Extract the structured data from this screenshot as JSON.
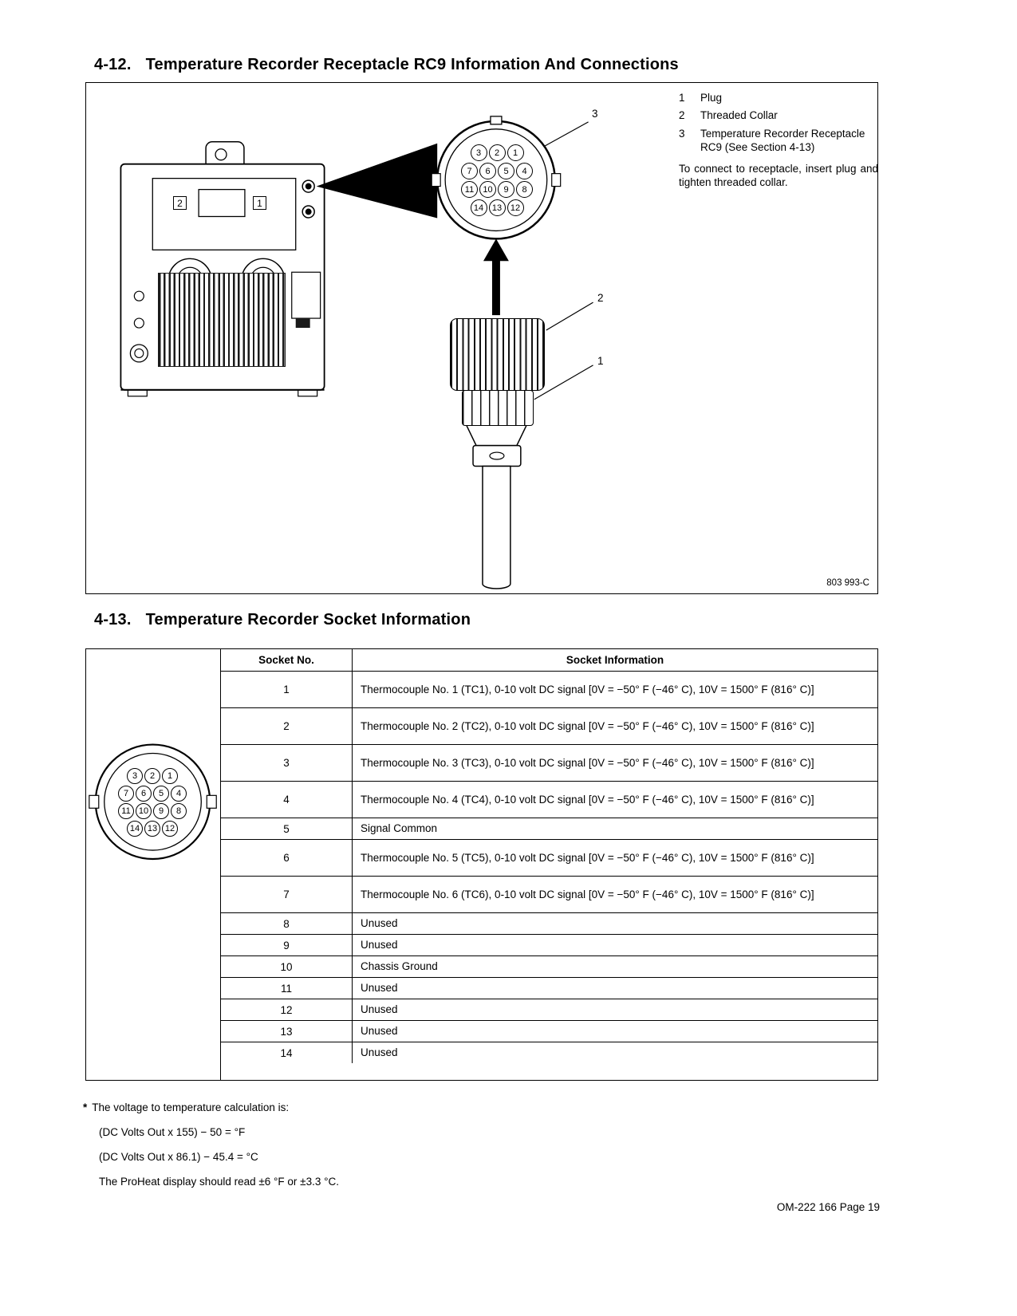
{
  "section_4_12": {
    "number": "4-12.",
    "title": "Temperature Recorder Receptacle RC9 Information And Connections",
    "figure": {
      "callouts": [
        {
          "n": "1",
          "label": "Plug"
        },
        {
          "n": "2",
          "label": "Threaded Collar"
        },
        {
          "n": "3",
          "label": "Temperature Recorder Receptacle RC9 (See Section 4-13)"
        }
      ],
      "note": "To connect to receptacle, insert plug and tighten threaded collar.",
      "panel_labels": [
        "2",
        "1"
      ],
      "code": "803 993-C",
      "pin_rows": [
        [
          3,
          2,
          1
        ],
        [
          7,
          6,
          5,
          4
        ],
        [
          11,
          10,
          9,
          8
        ],
        [
          14,
          13,
          12
        ]
      ]
    }
  },
  "section_4_13": {
    "number": "4-13.",
    "title": "Temperature Recorder Socket Information",
    "table": {
      "headers": [
        "Socket No.",
        "Socket Information"
      ],
      "rows": [
        {
          "no": "1",
          "info": "Thermocouple No. 1 (TC1), 0-10 volt DC signal [0V = −50° F (−46° C), 10V = 1500° F (816° C)]"
        },
        {
          "no": "2",
          "info": "Thermocouple No. 2 (TC2), 0-10 volt DC signal [0V = −50° F (−46° C), 10V = 1500° F (816° C)]"
        },
        {
          "no": "3",
          "info": "Thermocouple No. 3 (TC3), 0-10 volt DC signal [0V = −50° F (−46° C), 10V = 1500° F (816° C)]"
        },
        {
          "no": "4",
          "info": "Thermocouple No. 4 (TC4), 0-10 volt DC signal [0V = −50° F (−46° C), 10V = 1500° F (816° C)]"
        },
        {
          "no": "5",
          "info": "Signal Common"
        },
        {
          "no": "6",
          "info": "Thermocouple No. 5 (TC5), 0-10 volt DC signal [0V = −50° F (−46° C), 10V = 1500° F (816° C)]"
        },
        {
          "no": "7",
          "info": "Thermocouple No. 6 (TC6), 0-10 volt DC signal [0V = −50° F (−46° C), 10V = 1500° F (816° C)]"
        },
        {
          "no": "8",
          "info": "Unused"
        },
        {
          "no": "9",
          "info": "Unused"
        },
        {
          "no": "10",
          "info": "Chassis Ground"
        },
        {
          "no": "11",
          "info": "Unused"
        },
        {
          "no": "12",
          "info": "Unused"
        },
        {
          "no": "13",
          "info": "Unused"
        },
        {
          "no": "14",
          "info": "Unused"
        }
      ]
    }
  },
  "footnotes": {
    "star": "*",
    "line1": "The voltage to temperature calculation is:",
    "line2": "(DC Volts Out x 155) − 50 = °F",
    "line3": "(DC Volts Out x 86.1) − 45.4 = °C",
    "line4": "The ProHeat display should read ±6 °F or ±3.3 °C."
  },
  "page": {
    "footer": "OM-222 166 Page 19"
  }
}
